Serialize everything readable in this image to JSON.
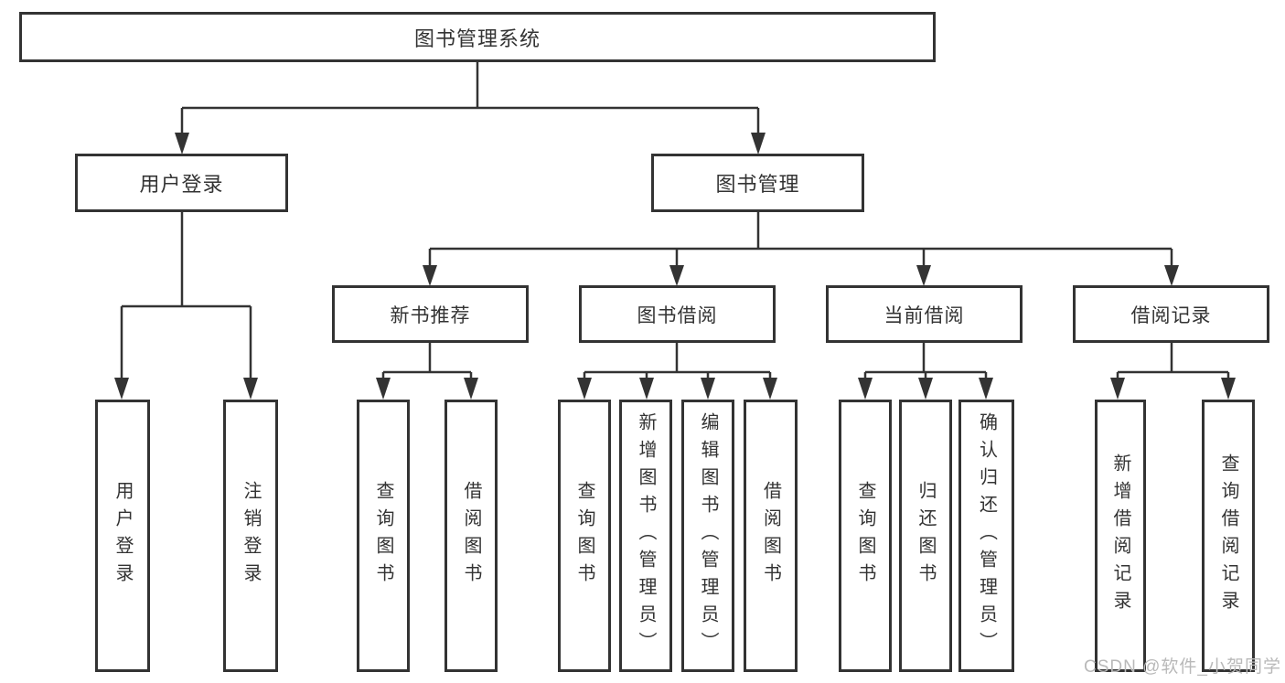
{
  "colors": {
    "line": "#333333",
    "box_border": "#333333",
    "text": "#333333",
    "watermark": "#b9b9b9",
    "background": "#ffffff"
  },
  "nodes": {
    "root": {
      "label": "图书管理系统"
    },
    "user_login": {
      "label": "用户登录"
    },
    "book_mgmt": {
      "label": "图书管理"
    },
    "new_book_rec": {
      "label": "新书推荐"
    },
    "book_borrow": {
      "label": "图书借阅"
    },
    "current_borrow": {
      "label": "当前借阅"
    },
    "borrow_records": {
      "label": "借阅记录"
    },
    "leaf_user_login": {
      "label": "用户登录"
    },
    "leaf_logout": {
      "label": "注销登录"
    },
    "leaf_rec_query": {
      "label": "查询图书"
    },
    "leaf_rec_borrow": {
      "label": "借阅图书"
    },
    "leaf_bb_query": {
      "label": "查询图书"
    },
    "leaf_bb_add": {
      "label": "新增图书（管理员）"
    },
    "leaf_bb_edit": {
      "label": "编辑图书（管理员）"
    },
    "leaf_bb_borrow": {
      "label": "借阅图书"
    },
    "leaf_cb_query": {
      "label": "查询图书"
    },
    "leaf_cb_return": {
      "label": "归还图书"
    },
    "leaf_cb_confirm": {
      "label": "确认归还（管理员）"
    },
    "leaf_br_add": {
      "label": "新增借阅记录"
    },
    "leaf_br_query": {
      "label": "查询借阅记录"
    }
  },
  "watermark": {
    "text": "CSDN @软件_小贺同学"
  }
}
